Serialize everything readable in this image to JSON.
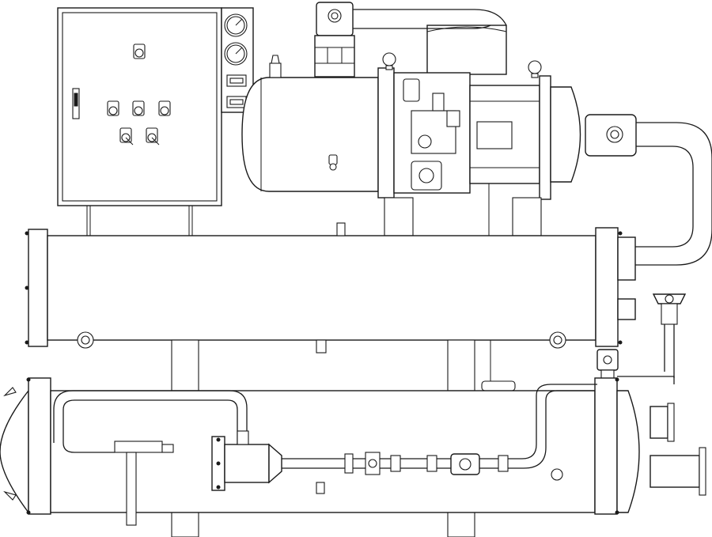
{
  "diagram": {
    "type": "water-cooled screw chiller line drawing",
    "colors": {
      "line": "#1a1a1a",
      "background": "#ffffff"
    },
    "components": [
      "control-panel",
      "pressure-gauges",
      "oil-separator",
      "screw-compressor",
      "discharge-valve",
      "condenser-shell",
      "evaporator-shell",
      "expansion-valve",
      "solenoid-valve",
      "filter-drier",
      "sight-glass",
      "economizer-pipe"
    ]
  }
}
